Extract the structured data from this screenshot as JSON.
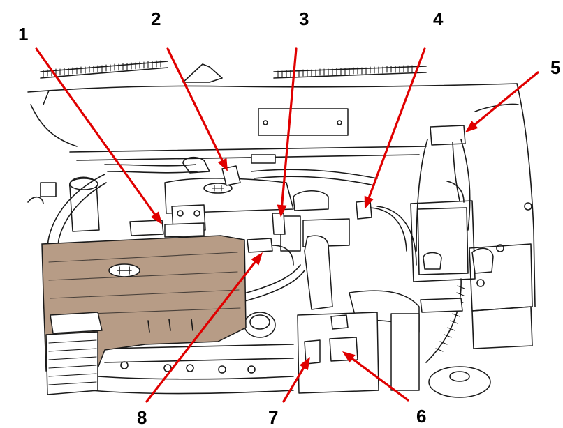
{
  "diagram": {
    "colors": {
      "callout_arrow": "#e00000",
      "engine_cover": "#b79c86",
      "line_art": "#1a1a1a",
      "label_text": "#000000"
    },
    "callouts": [
      {
        "id": "1",
        "label": "1"
      },
      {
        "id": "2",
        "label": "2"
      },
      {
        "id": "3",
        "label": "3"
      },
      {
        "id": "4",
        "label": "4"
      },
      {
        "id": "5",
        "label": "5"
      },
      {
        "id": "6",
        "label": "6"
      },
      {
        "id": "7",
        "label": "7"
      },
      {
        "id": "8",
        "label": "8"
      }
    ]
  }
}
